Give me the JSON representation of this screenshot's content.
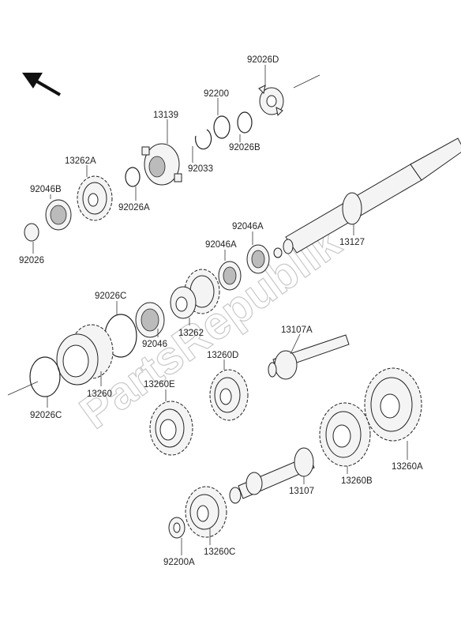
{
  "watermark": "PartsRepublik",
  "labels": {
    "p92026D": "92026D",
    "p92200": "92200",
    "p13139": "13139",
    "p92033": "92033",
    "p92026B": "92026B",
    "p13262A": "13262A",
    "p92046B": "92046B",
    "p92026A": "92026A",
    "p92026": "92026",
    "p13127": "13127",
    "p92046A_top": "92046A",
    "p92046A": "92046A",
    "p92026C_top": "92026C",
    "p13262": "13262",
    "p92046": "92046",
    "p13107A": "13107A",
    "p13260": "13260",
    "p13260D": "13260D",
    "p13260E": "13260E",
    "p92026C": "92026C",
    "p13107": "13107",
    "p13260B": "13260B",
    "p13260A": "13260A",
    "p92200A": "92200A",
    "p13260C": "13260C"
  },
  "icons": {
    "direction": "arrow-up-left-icon"
  }
}
